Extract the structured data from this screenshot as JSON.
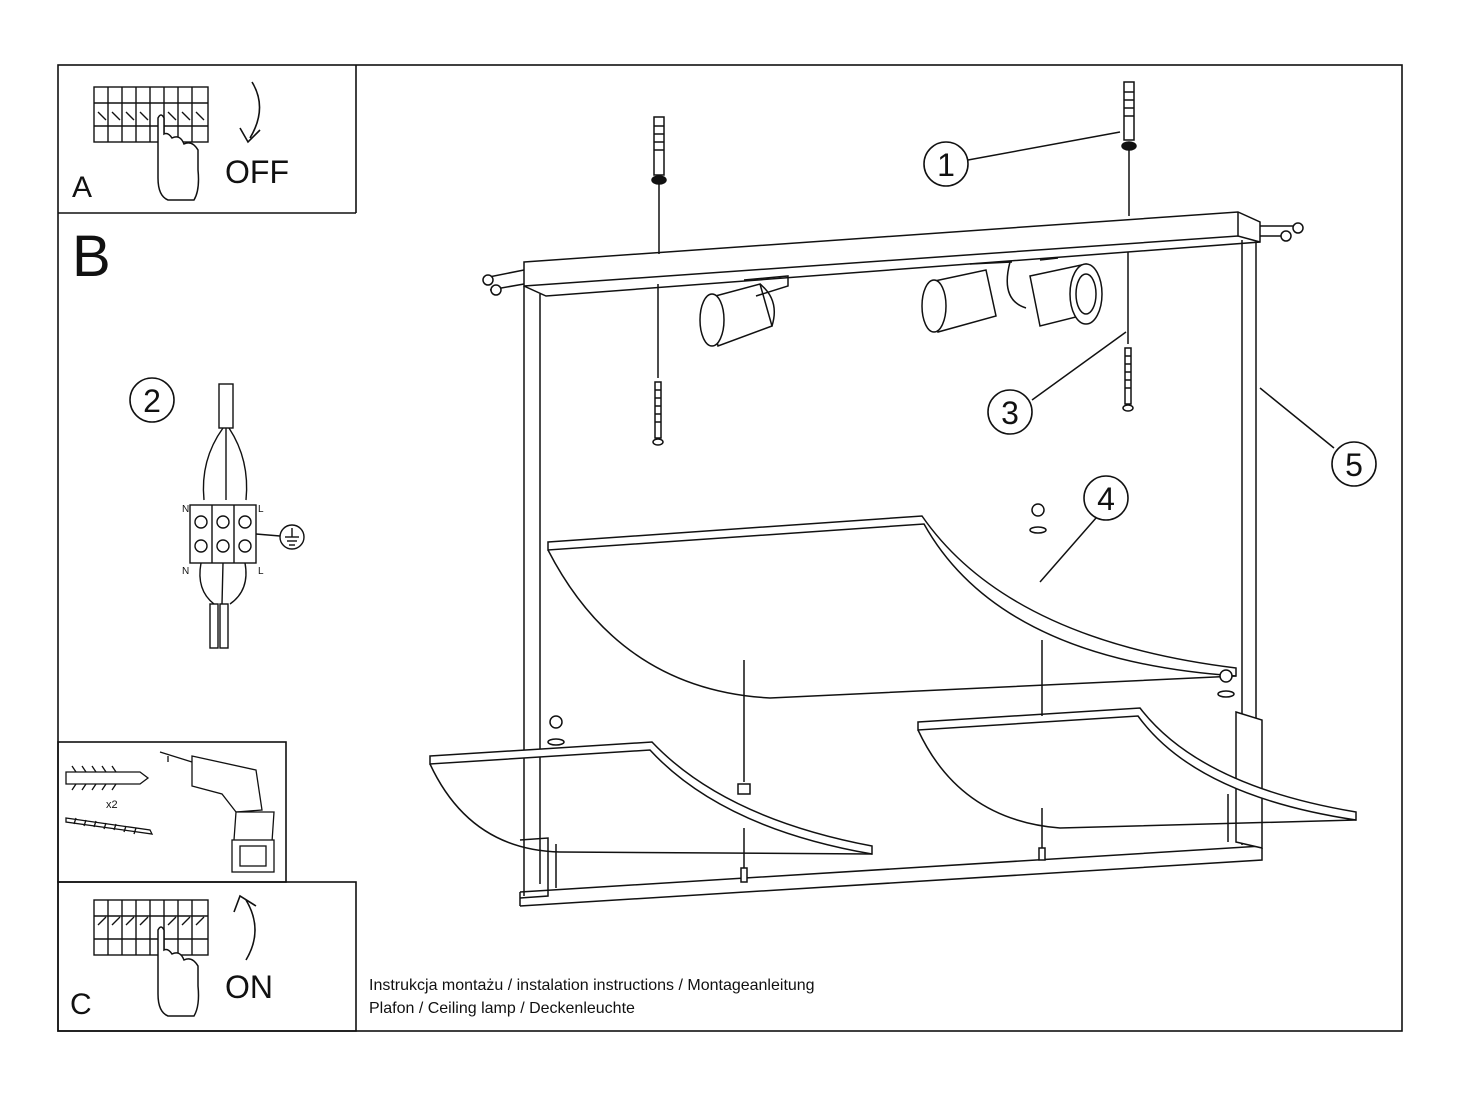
{
  "panels": {
    "a": {
      "letter": "A",
      "text": "OFF"
    },
    "b": {
      "letter": "B"
    },
    "c": {
      "letter": "C",
      "text": "ON"
    },
    "tools": {
      "multiplier": "x2"
    }
  },
  "wiring": {
    "neutral_top": "N",
    "live_top": "L",
    "neutral_bottom": "N",
    "live_bottom": "L"
  },
  "callouts": [
    "1",
    "2",
    "3",
    "4",
    "5"
  ],
  "caption": {
    "line1": "Instrukcja montażu / instalation instructions / Montageanleitung",
    "line2": "Plafon / Ceiling lamp / Deckenleuchte"
  }
}
